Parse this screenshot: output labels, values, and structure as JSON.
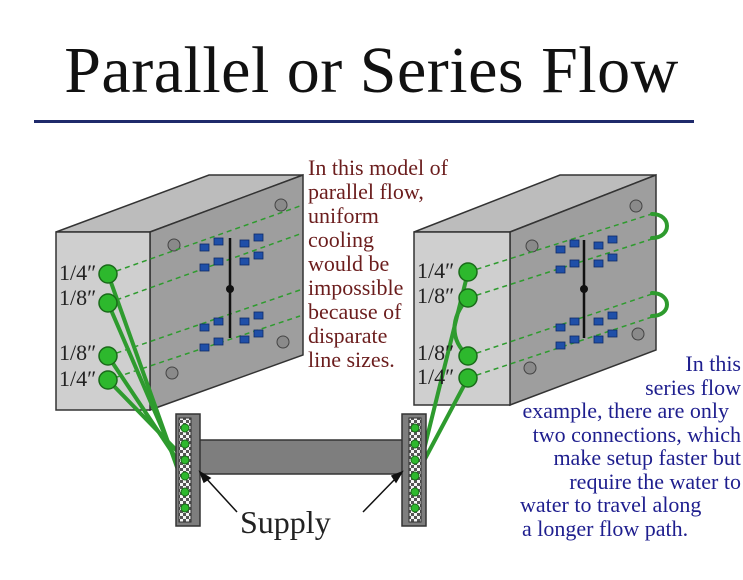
{
  "slide": {
    "title": "Parallel or Series Flow",
    "left_caption": [
      "In this model of",
      "parallel flow,",
      "uniform",
      "cooling",
      "would be",
      "impossible",
      "because of",
      "disparate",
      "line sizes."
    ],
    "right_caption": [
      "In this",
      "series flow",
      "example, there are only",
      "two connections, which",
      "make setup faster but",
      "require the water to",
      "water to travel along",
      "a longer flow path."
    ],
    "supply_label": "Supply",
    "left_mold_labels": [
      "1/4″",
      "1/8″",
      "1/8″",
      "1/4″"
    ],
    "right_mold_labels": [
      "1/4″",
      "1/8″",
      "1/8″",
      "1/4″"
    ]
  },
  "colors": {
    "mold_front": "#cfcfcf",
    "mold_top": "#bcbcbc",
    "mold_side": "#9e9e9e",
    "outline": "#333333",
    "hose": "#2e9b2e",
    "port": "#2db82d",
    "insert": "#1f4fa8",
    "title_rule": "#1f2a6b",
    "left_text": "#6b1d1d",
    "right_text": "#1e1e8e",
    "manifold": "#7e7e7e"
  }
}
